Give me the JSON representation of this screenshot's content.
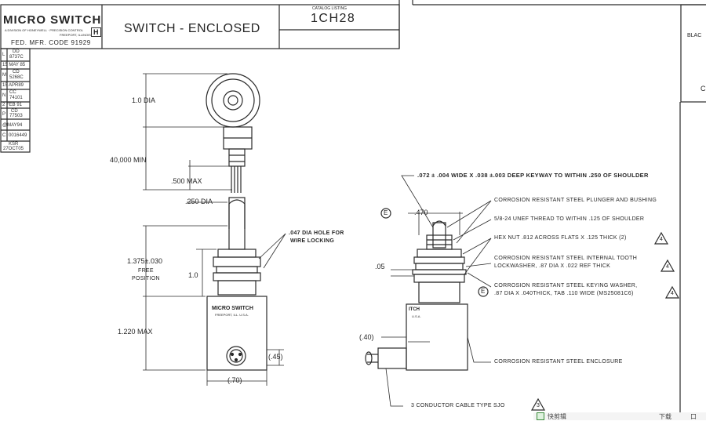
{
  "title_block": {
    "logo": "MICRO SWITCH",
    "division_line": "A DIVISION OF HONEYWELL · PRECISION CONTROL",
    "sub_line": "FREEPORT, ILLINOIS",
    "badge": "H",
    "fed_code": "FED. MFR. CODE 91929",
    "title": "SWITCH - ENCLOSED",
    "catalog_label": "CATALOG LISTING",
    "catalog_number": "1CH28",
    "side_label_1": "BLAC",
    "side_label_2": "C"
  },
  "revisions": [
    {
      "code": "L",
      "lines": [
        "DD",
        "8737C"
      ]
    },
    {
      "code": "",
      "lines": [
        "15 MAY 85"
      ]
    },
    {
      "code": "M",
      "lines": [
        "CD",
        "5268C"
      ]
    },
    {
      "code": "",
      "lines": [
        "15 APR89"
      ]
    },
    {
      "code": "N",
      "lines": [
        "CC",
        "74101"
      ]
    },
    {
      "code": "",
      "lines": [
        "2 FEB 91"
      ]
    },
    {
      "code": "P",
      "lines": [
        "CD",
        "77503"
      ]
    },
    {
      "code": "",
      "lines": [
        "@MAY94"
      ]
    },
    {
      "code": "C",
      "lines": [
        "0016449"
      ]
    },
    {
      "code": "",
      "lines": [
        "KSR",
        "27OCT05"
      ]
    }
  ],
  "left_view": {
    "dims": {
      "one_dia": "1.0 DIA",
      "length_min": "40,000 MIN",
      "max_500": ".500 MAX",
      "dia_250": ".250 DIA",
      "hole_note_1": ".047 DIA HOLE FOR",
      "hole_note_2": "WIRE LOCKING",
      "free_pos_1": "1.375±.030",
      "free_pos_2": "FREE",
      "free_pos_3": "POSITION",
      "one_zero": "1.0",
      "max_1220": "1.220 MAX",
      "paren_45": "(.45)",
      "paren_70": "(.70)"
    },
    "body_label_1": "MICRO SWITCH",
    "body_label_2": "FREEPORT, ILL. U.S.A."
  },
  "right_view": {
    "notes": {
      "keyway": ".072 ± .004 WIDE X .038 ±.003 DEEP KEYWAY TO WITHIN .250 OF SHOULDER",
      "plunger": "CORROSION RESISTANT STEEL PLUNGER AND BUSHING",
      "thread": "5/8-24 UNEF THREAD TO WITHIN .125 OF SHOULDER",
      "hexnut": "HEX NUT .812 ACROSS FLATS X .125 THICK (2)",
      "lock1": "CORROSION RESISTANT STEEL INTERNAL TOOTH",
      "lock2": "LOCKWASHER, .87 DIA X .022 REF THICK",
      "key1": "CORROSION RESISTANT STEEL KEYING WASHER,",
      "key2": ".87 DIA X .040THICK, TAB .110 WIDE (MS25081C6)",
      "enclosure": "CORROSION RESISTANT STEEL ENCLOSURE",
      "cable": "3 CONDUCTOR CABLE TYPE SJO"
    },
    "dims": {
      "d470": ".470",
      "d05": ".05",
      "d40": "(.40)",
      "e_marker": "E",
      "body_text_1": "ITCH",
      "body_text_2": "U.S.A."
    },
    "delta_marks": [
      "4",
      "4",
      "4",
      "3"
    ]
  },
  "taskbar": {
    "item1": "快剪辑",
    "item2": "下载",
    "item3": "口"
  }
}
